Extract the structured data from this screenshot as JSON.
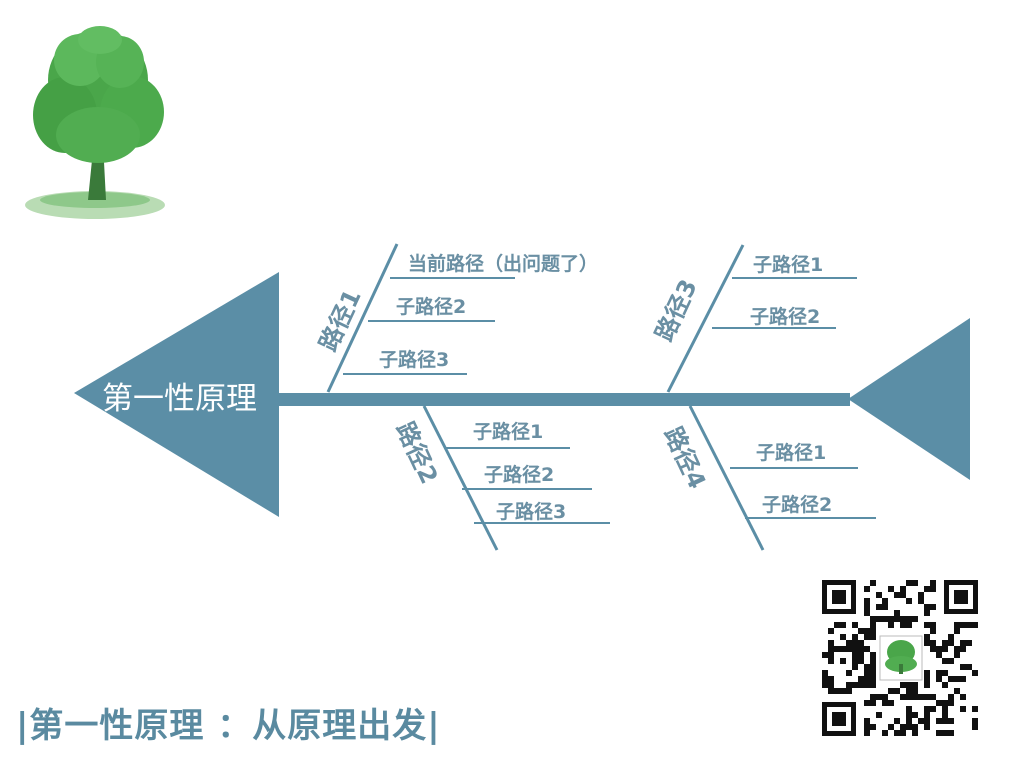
{
  "head_label": "第一性原理",
  "branches": [
    {
      "label": "路径1",
      "items": [
        "当前路径（出问题了）",
        "子路径2",
        "子路径3"
      ]
    },
    {
      "label": "路径2",
      "items": [
        "子路径1",
        "子路径2",
        "子路径3"
      ]
    },
    {
      "label": "路径3",
      "items": [
        "子路径1",
        "子路径2"
      ]
    },
    {
      "label": "路径4",
      "items": [
        "子路径1",
        "子路径2"
      ]
    }
  ],
  "footer_text": "|第一性原理 ：从原理出发|",
  "colors": {
    "fish": "#5b8ea6",
    "label": "#6a8fa3",
    "tree": "#3e9a3e"
  },
  "icons": {
    "logo": "tree-icon",
    "qr": "qr-code-icon"
  }
}
